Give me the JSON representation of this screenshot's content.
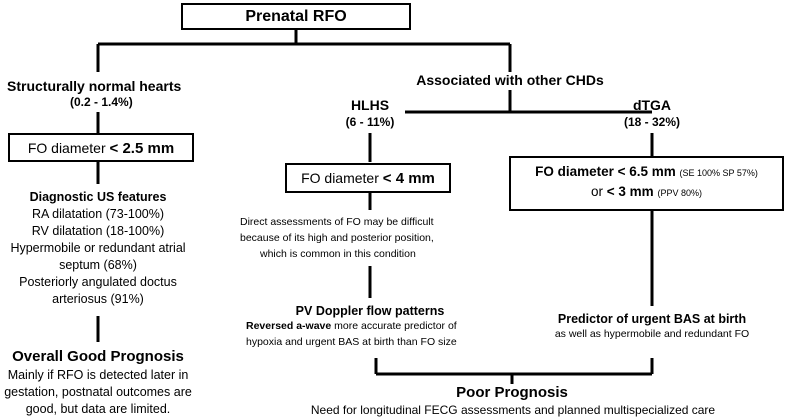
{
  "root": {
    "label": "Prenatal RFO"
  },
  "left": {
    "title": "Structurally normal hearts",
    "range": "(0.2 - 1.4%)",
    "fo_label": "FO diameter ",
    "fo_value": "< 2.5 mm",
    "features_title": "Diagnostic US features",
    "features": [
      "RA dilatation (73-100%)",
      "RV dilatation (18-100%)",
      "Hypermobile or redundant atrial",
      "septum (68%)",
      "Posteriorly angulated doctus",
      "arteriosus (91%)"
    ],
    "prognosis_title": "Overall Good Prognosis",
    "prognosis_text": [
      "Mainly if RFO is detected later in",
      "gestation, postnatal outcomes are",
      "good, but data are limited."
    ]
  },
  "chd": {
    "title": "Associated with other CHDs",
    "hlhs": {
      "title": "HLHS",
      "range": "(6 - 11%)",
      "fo_label": "FO diameter ",
      "fo_value": "< 4 mm",
      "note": [
        "Direct assessments of FO may be difficult",
        "because of its high and posterior position,",
        "which is common in this condition"
      ],
      "pv_title": "PV Doppler flow patterns",
      "pv_bold": "Reversed a-wave",
      "pv_rest": " more accurate predictor of",
      "pv_line2": "hypoxia and urgent BAS at birth than FO size"
    },
    "dtga": {
      "title": "dTGA",
      "range": "(18 - 32%)",
      "fo_line1": "FO diameter < 6.5 mm",
      "fo_line1_small": "(SE 100% SP 57%)",
      "fo_line2_pre": "or ",
      "fo_line2_bold": "< 3 mm",
      "fo_line2_small": "(PPV 80%)",
      "predictor_title": "Predictor of urgent BAS at birth",
      "predictor_text": "as well as hypermobile and redundant FO"
    }
  },
  "poor": {
    "title": "Poor Prognosis",
    "text": "Need for longitudinal FECG assessments and planned multispecialized care"
  }
}
